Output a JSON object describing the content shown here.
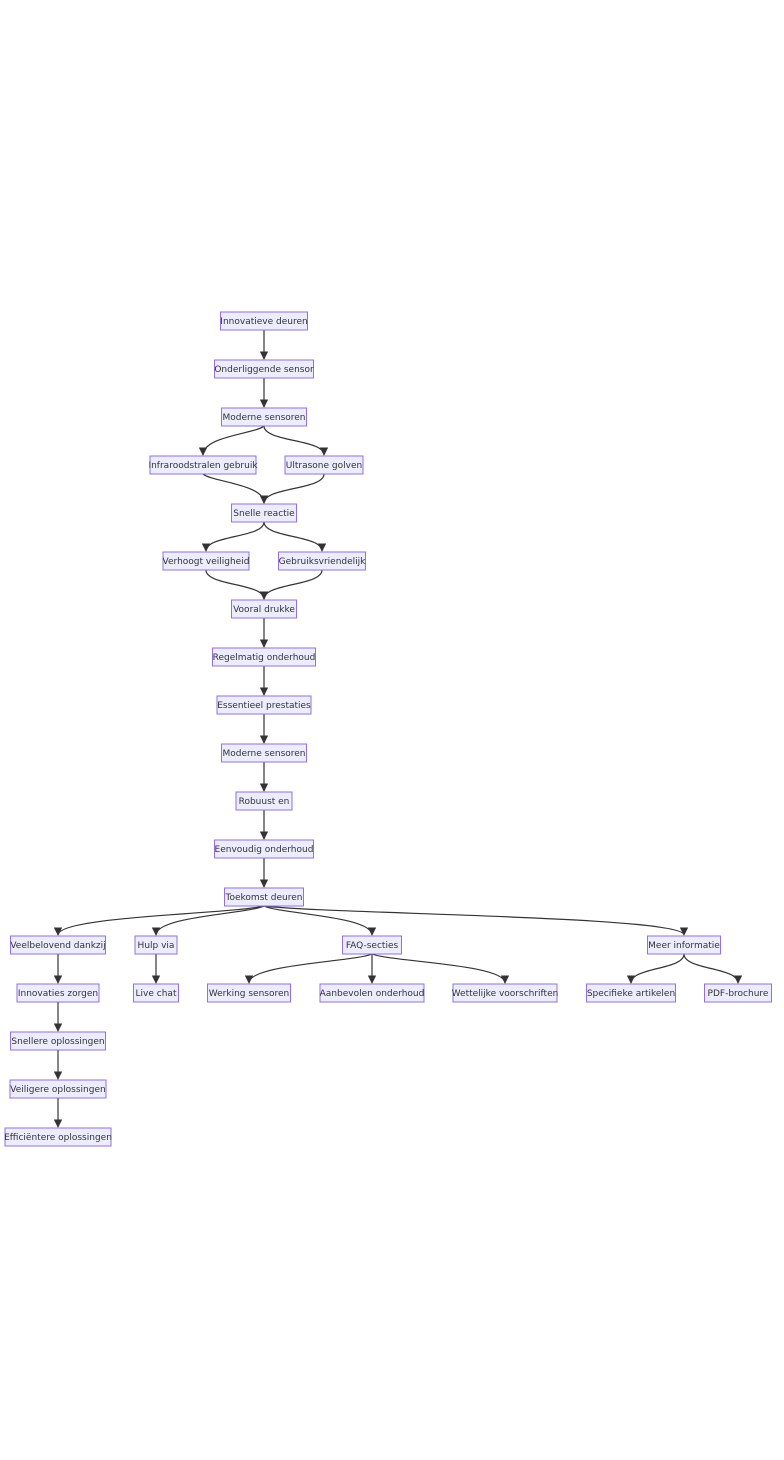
{
  "diagram": {
    "nodes": [
      {
        "id": "n1",
        "label": "Innovatieve deuren"
      },
      {
        "id": "n2",
        "label": "Onderliggende sensor"
      },
      {
        "id": "n3",
        "label": "Moderne sensoren"
      },
      {
        "id": "n4",
        "label": "Infraroodstralen gebruik"
      },
      {
        "id": "n5",
        "label": "Ultrasone golven"
      },
      {
        "id": "n6",
        "label": "Snelle reactie"
      },
      {
        "id": "n7",
        "label": "Verhoogt veiligheid"
      },
      {
        "id": "n8",
        "label": "Gebruiksvriendelijk"
      },
      {
        "id": "n9",
        "label": "Vooral drukke"
      },
      {
        "id": "n10",
        "label": "Regelmatig onderhoud"
      },
      {
        "id": "n11",
        "label": "Essentieel prestaties"
      },
      {
        "id": "n12",
        "label": "Moderne sensoren"
      },
      {
        "id": "n13",
        "label": "Robuust en"
      },
      {
        "id": "n14",
        "label": "Eenvoudig onderhoud"
      },
      {
        "id": "n15",
        "label": "Toekomst deuren"
      },
      {
        "id": "n16",
        "label": "Veelbelovend dankzij"
      },
      {
        "id": "n17",
        "label": "Hulp via"
      },
      {
        "id": "n18",
        "label": "FAQ-secties"
      },
      {
        "id": "n19",
        "label": "Meer informatie"
      },
      {
        "id": "n20",
        "label": "Innovaties zorgen"
      },
      {
        "id": "n21",
        "label": "Live chat"
      },
      {
        "id": "n22",
        "label": "Werking sensoren"
      },
      {
        "id": "n23",
        "label": "Aanbevolen onderhoud"
      },
      {
        "id": "n24",
        "label": "Wettelijke voorschriften"
      },
      {
        "id": "n25",
        "label": "Specifieke artikelen"
      },
      {
        "id": "n26",
        "label": "PDF-brochure"
      },
      {
        "id": "n27",
        "label": "Snellere oplossingen"
      },
      {
        "id": "n28",
        "label": "Veiligere oplossingen"
      },
      {
        "id": "n29",
        "label": "Efficiëntere oplossingen"
      }
    ],
    "edges": [
      [
        "n1",
        "n2"
      ],
      [
        "n2",
        "n3"
      ],
      [
        "n3",
        "n4"
      ],
      [
        "n3",
        "n5"
      ],
      [
        "n4",
        "n6"
      ],
      [
        "n5",
        "n6"
      ],
      [
        "n6",
        "n7"
      ],
      [
        "n6",
        "n8"
      ],
      [
        "n7",
        "n9"
      ],
      [
        "n8",
        "n9"
      ],
      [
        "n9",
        "n10"
      ],
      [
        "n10",
        "n11"
      ],
      [
        "n11",
        "n12"
      ],
      [
        "n12",
        "n13"
      ],
      [
        "n13",
        "n14"
      ],
      [
        "n14",
        "n15"
      ],
      [
        "n15",
        "n16"
      ],
      [
        "n15",
        "n17"
      ],
      [
        "n15",
        "n18"
      ],
      [
        "n15",
        "n19"
      ],
      [
        "n16",
        "n20"
      ],
      [
        "n17",
        "n21"
      ],
      [
        "n18",
        "n22"
      ],
      [
        "n18",
        "n23"
      ],
      [
        "n18",
        "n24"
      ],
      [
        "n19",
        "n25"
      ],
      [
        "n19",
        "n26"
      ],
      [
        "n20",
        "n27"
      ],
      [
        "n27",
        "n28"
      ],
      [
        "n28",
        "n29"
      ]
    ]
  }
}
